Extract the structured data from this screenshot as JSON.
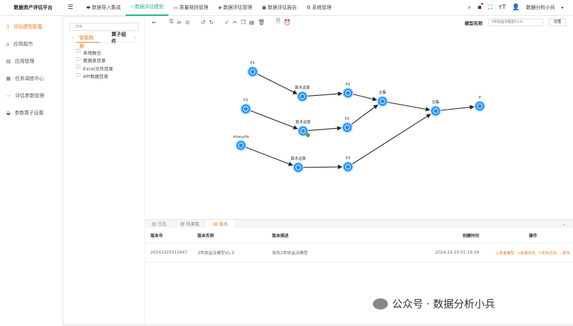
{
  "header": {
    "brand": "数据资产评估平台",
    "nav": [
      "数据导入集成",
      "数据评估模型",
      "质量规则管理",
      "数据评估管理",
      "数据评估报告",
      "系统管理"
    ],
    "active_nav": 1,
    "user": "数据分析小兵"
  },
  "sidebar": {
    "items": [
      "评估模型配置",
      "应用超市",
      "应用管理",
      "任务调度中心",
      "评估参数管理",
      "参数算子设置"
    ],
    "active": 0
  },
  "left_panel": {
    "search_placeholder": "搜索",
    "tabs": [
      "智能数据",
      "算子组件"
    ],
    "tree": [
      "本地数仓",
      "数据表目录",
      "Excel文件目录",
      "API数据目录"
    ]
  },
  "canvas": {
    "model_name_label": "模型名称",
    "model_name_value": "3年收益法模型V1.0",
    "settings_button": "设置",
    "nodes": [
      "F1",
      "算术运算",
      "P1",
      "交集",
      "F2",
      "算术运算",
      "P2",
      "shouyifa",
      "算术运算",
      "P3",
      "交集",
      "P"
    ],
    "node_status": {
      "5": "success"
    },
    "accent": "#1e90ff"
  },
  "bottom": {
    "tabs": [
      "日志",
      "结果集",
      "版本"
    ],
    "active_tab": 2,
    "columns": [
      "版本号",
      "版本名称",
      "版本描述",
      "创建时间",
      "操作"
    ],
    "rows": [
      {
        "version": "20241025011647",
        "name": "3年收益法模型V1.0",
        "desc": "发布3年收益法模型",
        "created": "2024-10-25 01:16:54",
        "ops": [
          "查看模型",
          "新建任务",
          "发布应用",
          "更多"
        ]
      }
    ]
  },
  "watermark": "公众号 · 数据分析小兵"
}
